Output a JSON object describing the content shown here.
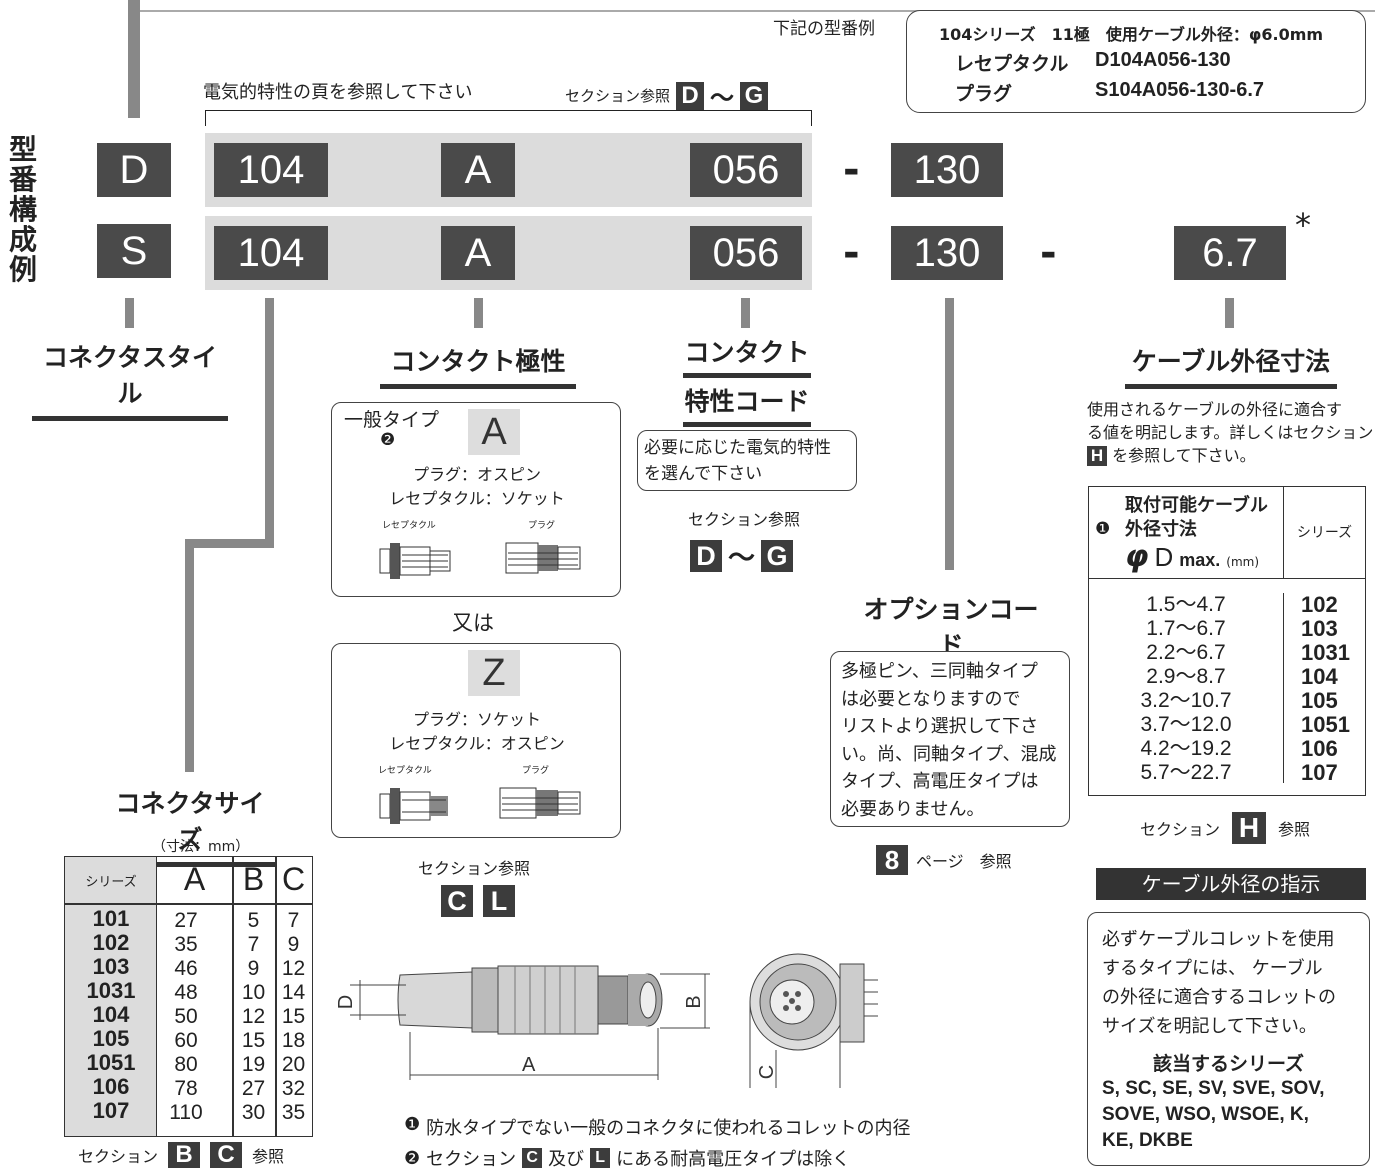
{
  "example": {
    "label": "下記の型番例",
    "line1": "104シリーズ　11極　使用ケーブル外径：φ6.0mm",
    "receptacle_label": "レセプタクル",
    "receptacle_code": "D104A056-130",
    "plug_label": "プラグ",
    "plug_code": "S104A056-130-6.7"
  },
  "side_title": [
    "型",
    "番",
    "構",
    "成",
    "例"
  ],
  "elec_note": "電気的特性の頁を参照して下さい",
  "section_ref": {
    "label": "セクション参照",
    "from": "D",
    "tilde": "〜",
    "to": "G"
  },
  "row1": {
    "style": "D",
    "size": "104",
    "polarity": "A",
    "contact": "056",
    "dash": "-",
    "option": "130"
  },
  "row2": {
    "style": "S",
    "size": "104",
    "polarity": "A",
    "contact": "056",
    "dash1": "-",
    "option": "130",
    "dash2": "-",
    "cable": "6.7",
    "asterisk": "*"
  },
  "connector_style": {
    "title": "コネクタスタイル"
  },
  "contact_polarity": {
    "title": "コンタクト極性",
    "general_type": "一般タイプ",
    "marker2": "❷",
    "type_a": {
      "code": "A",
      "line1": "プラグ：オスピン",
      "line2": "レセプタクル：ソケット",
      "img_left": "レセプタクル",
      "img_right": "プラグ"
    },
    "or": "又は",
    "type_z": {
      "code": "Z",
      "line1": "プラグ：ソケット",
      "line2": "レセプタクル：オスピン",
      "img_left": "レセプタクル",
      "img_right": "プラグ"
    },
    "section_label": "セクション参照",
    "sections": [
      "C",
      "L"
    ]
  },
  "contact_code": {
    "title_line1": "コンタクト",
    "title_line2": "特性コード",
    "box_line1": "必要に応じた電気的特性",
    "box_line2": "を選んで下さい",
    "section_label": "セクション参照",
    "from": "D",
    "tilde": "〜",
    "to": "G"
  },
  "option_code": {
    "title": "オプションコード",
    "lines": [
      "多極ピン、三同軸タイプ",
      "は必要となりますので",
      "リストより選択して下さ",
      "い。尚、同軸タイプ、混成",
      "タイプ、高電圧タイプは",
      "必要ありません。"
    ],
    "page_num": "8",
    "page_text": "ページ　参照"
  },
  "cable_od": {
    "title": "ケーブル外径寸法",
    "desc_line1": "使用されるケーブルの外径に適合す",
    "desc_line2": "る値を明記します。詳しくはセクション",
    "desc_sq": "H",
    "desc_line3": "を参照して下さい。",
    "table_head_l1": "取付可能ケーブル",
    "table_head_l2": "外径寸法",
    "marker1": "❶",
    "phi": "φ",
    "d_label": "D",
    "max_label": "max.",
    "unit": "(mm)",
    "table_head_series": "シリーズ",
    "ranges": [
      "1.5〜4.7",
      "1.7〜6.7",
      "2.2〜6.7",
      "2.9〜8.7",
      "3.2〜10.7",
      "3.7〜12.0",
      "4.2〜19.2",
      "5.7〜22.7"
    ],
    "series": [
      "102",
      "103",
      "1031",
      "104",
      "105",
      "1051",
      "106",
      "107"
    ],
    "section_label": "セクション",
    "section_sq": "H",
    "section_ref": "参照",
    "instr_title": "ケーブル外径の指示",
    "instr_lines": [
      "必ずケーブルコレットを使用",
      "するタイプには、 ケーブル",
      "の外径に適合するコレットの",
      "サイズを明記して下さい。"
    ],
    "applicable_title": "該当するシリーズ",
    "applicable_lines": [
      "S, SC, SE, SV, SVE, SOV,",
      "SOVE, WSO, WSOE, K,",
      "KE, DKBE"
    ]
  },
  "connector_size": {
    "title": "コネクタサイズ",
    "unit_note": "（寸法：mm）",
    "headers": [
      "シリーズ",
      "A",
      "B",
      "C"
    ],
    "series": [
      "101",
      "102",
      "103",
      "1031",
      "104",
      "105",
      "1051",
      "106",
      "107"
    ],
    "A": [
      "27",
      "35",
      "46",
      "48",
      "50",
      "60",
      "80",
      "78",
      "110"
    ],
    "B": [
      "5",
      "7",
      "9",
      "10",
      "12",
      "15",
      "19",
      "27",
      "30"
    ],
    "C": [
      "7",
      "9",
      "12",
      "14",
      "15",
      "18",
      "20",
      "32",
      "35"
    ],
    "section_label": "セクション",
    "sections": [
      "B",
      "C"
    ],
    "section_ref": "参照"
  },
  "drawing": {
    "d": "D",
    "a": "A",
    "b": "B",
    "c": "C"
  },
  "footnotes": {
    "f1_marker": "❶",
    "f1": "防水タイプでない一般のコネクタに使われるコレットの内径",
    "f2_marker": "❷",
    "f2_pre": "セクション",
    "f2_sq1": "C",
    "f2_mid": "及び",
    "f2_sq2": "L",
    "f2_post": "にある耐高電圧タイプは除く"
  }
}
